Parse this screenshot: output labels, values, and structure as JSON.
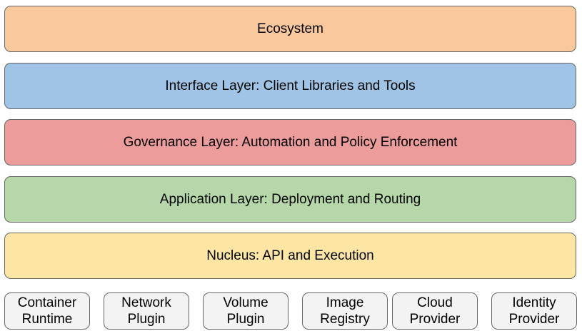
{
  "layers": [
    {
      "label": "Ecosystem",
      "color": "#fac89d"
    },
    {
      "label": "Interface Layer: Client Libraries and Tools",
      "color": "#9fc4e6"
    },
    {
      "label": "Governance Layer: Automation and Policy Enforcement",
      "color": "#ed9c9c"
    },
    {
      "label": "Application Layer: Deployment and Routing",
      "color": "#b6d7a8"
    },
    {
      "label": "Nucleus: API and Execution",
      "color": "#fde5a3"
    }
  ],
  "plugins": [
    {
      "line1": "Container",
      "line2": "Runtime"
    },
    {
      "line1": "Network",
      "line2": "Plugin"
    },
    {
      "line1": "Volume",
      "line2": "Plugin"
    },
    {
      "line1": "Image",
      "line2": "Registry"
    },
    {
      "line1": "Cloud",
      "line2": "Provider"
    },
    {
      "line1": "Identity",
      "line2": "Provider"
    }
  ],
  "plugin_color": "#f3f3f3",
  "border_color": "#666666"
}
